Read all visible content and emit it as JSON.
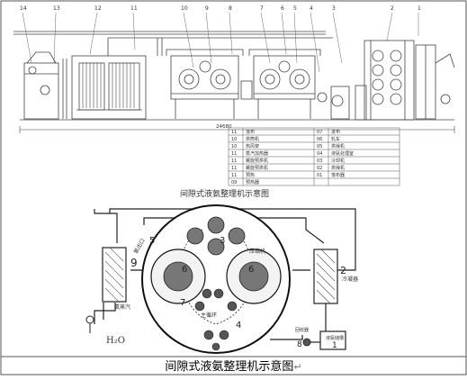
{
  "top_labels": [
    "14",
    "13",
    "12",
    "11",
    "10",
    "9",
    "8",
    "7",
    "6",
    "5",
    "4",
    "3",
    "2",
    "1"
  ],
  "dimension_label": "24680",
  "legend": {
    "left": [
      {
        "num": "11",
        "text": "落布"
      },
      {
        "num": "10",
        "text": "烘筒机"
      },
      {
        "num": "10",
        "text": "热风架"
      },
      {
        "num": "11",
        "text": "蒸汽加热器"
      },
      {
        "num": "11",
        "text": "螺旋预烘机"
      },
      {
        "num": "11",
        "text": "螺旋预烘机"
      },
      {
        "num": "11",
        "text": "预热"
      },
      {
        "num": "09",
        "text": "预热器"
      }
    ],
    "right": [
      {
        "num": "07",
        "text": "进布"
      },
      {
        "num": "06",
        "text": "轧车"
      },
      {
        "num": "05",
        "text": "烘燥机"
      },
      {
        "num": "04",
        "text": "液氨处理室"
      },
      {
        "num": "03",
        "text": "冷却机"
      },
      {
        "num": "02",
        "text": "烘燥机"
      },
      {
        "num": "01",
        "text": "落布器"
      }
    ]
  },
  "diagram_title": "间隙式液氨整理机示意图",
  "schematic": {
    "label_9": "9",
    "label_1": "1",
    "label_2": "2",
    "label_3": "3",
    "label_4": "4",
    "label_5": "5",
    "label_6a": "6",
    "label_6b": "6",
    "label_7": "7",
    "label_8": "8",
    "h2o": "H₂O",
    "ammonia_left": "氨蒸汽",
    "ammonia_outlet": "氨出口",
    "condenser": "冷凝器",
    "compressor": "压缩机",
    "liquid_tank": "液氨储槽",
    "main_fan": "主循环",
    "recovery": "回收器"
  },
  "caption": "间隙式液氨整理机示意图",
  "caption_mark": "↵"
}
